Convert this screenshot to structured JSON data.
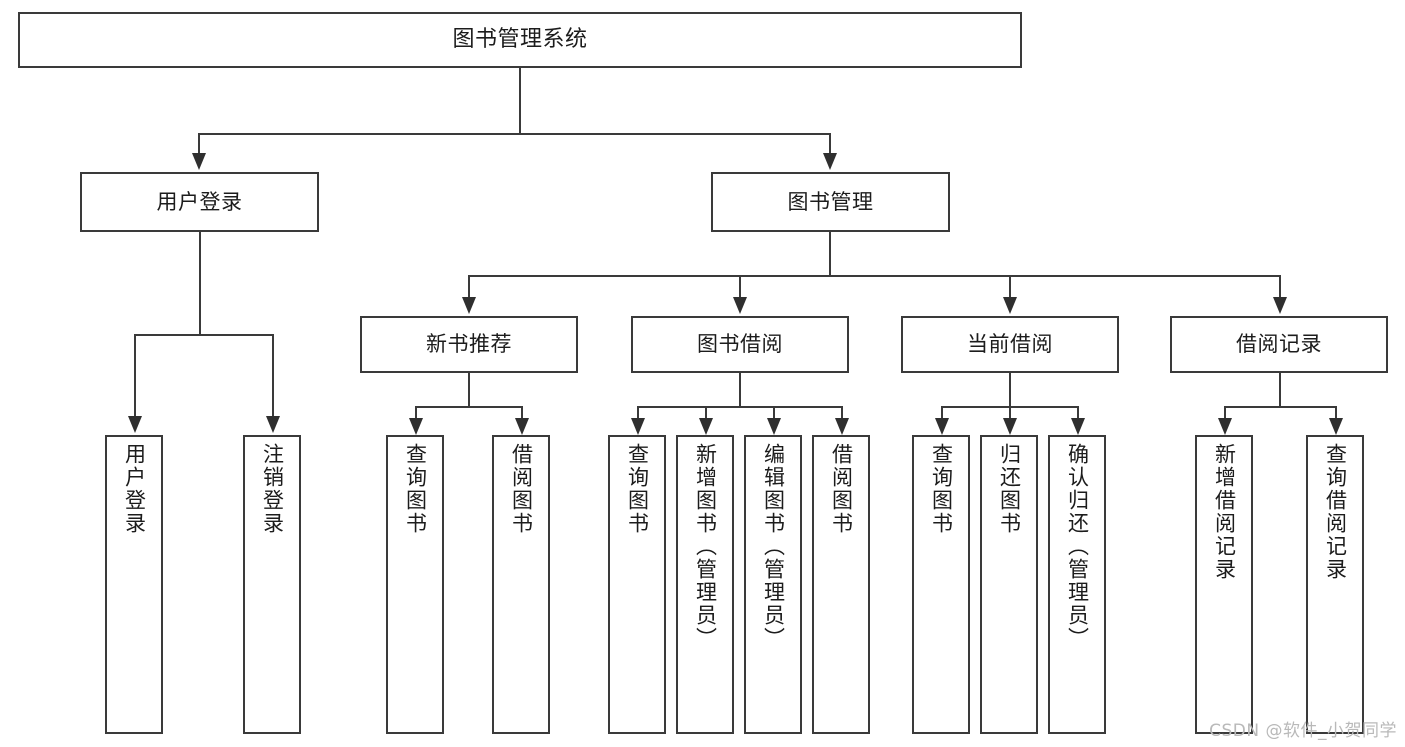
{
  "diagram": {
    "type": "hierarchy-tree",
    "title": "图书管理系统",
    "orientation": "top-down",
    "levels": 4,
    "colors": {
      "background": "#ffffff",
      "box_border": "#3a3a3a",
      "connector": "#3a3a3a",
      "text": "#1c1c1c",
      "watermark": "#b9b9b9"
    }
  },
  "root": {
    "label": "图书管理系统"
  },
  "level2": [
    {
      "id": "user-login",
      "label": "用户登录"
    },
    {
      "id": "book-management",
      "label": "图书管理"
    }
  ],
  "level3": [
    {
      "id": "new-book-recommend",
      "label": "新书推荐",
      "parent": "book-management"
    },
    {
      "id": "book-borrow",
      "label": "图书借阅",
      "parent": "book-management"
    },
    {
      "id": "current-borrow",
      "label": "当前借阅",
      "parent": "book-management"
    },
    {
      "id": "borrow-record",
      "label": "借阅记录",
      "parent": "book-management"
    }
  ],
  "leaves": {
    "user_login": [
      {
        "id": "leaf-user-login",
        "label": "用户登录"
      },
      {
        "id": "leaf-logout",
        "label": "注销登录"
      }
    ],
    "new_book_recommend": [
      {
        "id": "leaf-query-book-1",
        "label": "查询图书"
      },
      {
        "id": "leaf-borrow-book-1",
        "label": "借阅图书"
      }
    ],
    "book_borrow": [
      {
        "id": "leaf-query-book-2",
        "label": "查询图书"
      },
      {
        "id": "leaf-add-book",
        "label": "新增图书（管理员）"
      },
      {
        "id": "leaf-edit-book",
        "label": "编辑图书（管理员）"
      },
      {
        "id": "leaf-borrow-book-2",
        "label": "借阅图书"
      }
    ],
    "current_borrow": [
      {
        "id": "leaf-query-book-3",
        "label": "查询图书"
      },
      {
        "id": "leaf-return-book",
        "label": "归还图书"
      },
      {
        "id": "leaf-confirm-return",
        "label": "确认归还（管理员）"
      }
    ],
    "borrow_record": [
      {
        "id": "leaf-add-record",
        "label": "新增借阅记录"
      },
      {
        "id": "leaf-query-record",
        "label": "查询借阅记录"
      }
    ]
  },
  "watermark": {
    "text": "CSDN @软件_小贺同学"
  }
}
